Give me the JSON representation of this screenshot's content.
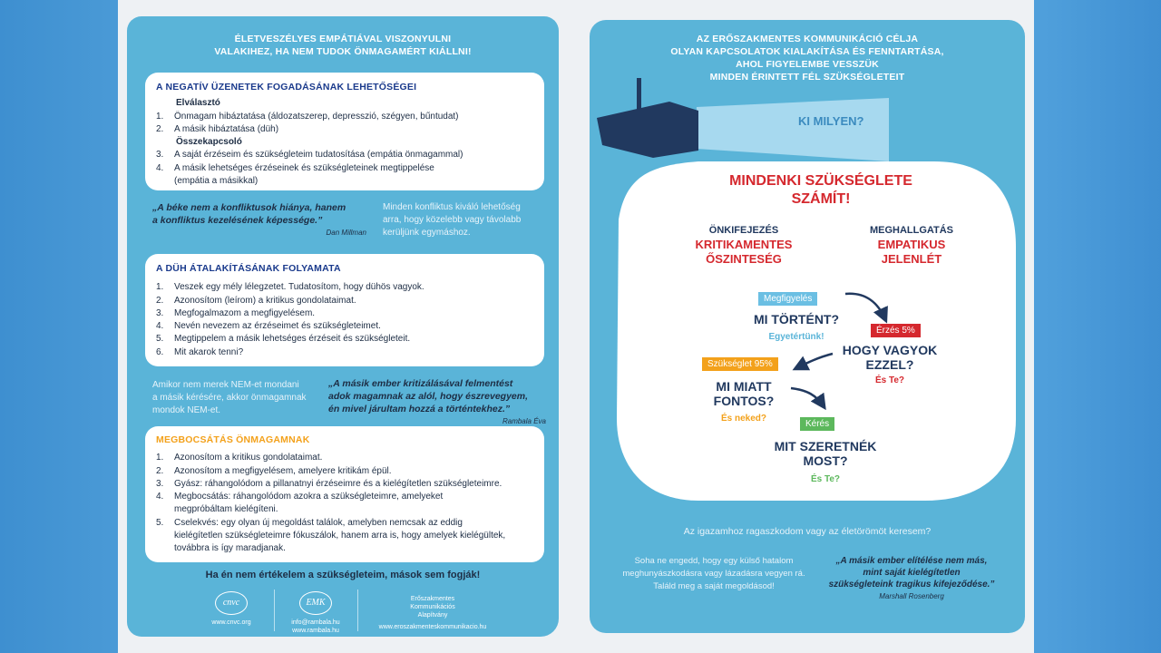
{
  "left": {
    "header": [
      "ÉLETVESZÉLYES EMPÁTIÁVAL VISZONYULNI",
      "VALAKIHEZ, HA NEM TUDOK ÖNMAGAMÉRT KIÁLLNI!"
    ],
    "card1": {
      "title": "A NEGATÍV ÜZENETEK FOGADÁSÁNAK LEHETŐSÉGEI",
      "sub1": "Elválasztó",
      "items1": [
        {
          "n": "1.",
          "t": "Önmagam hibáztatása (áldozatszerep, depresszió, szégyen, bűntudat)"
        },
        {
          "n": "2.",
          "t": "A másik hibáztatása (düh)"
        }
      ],
      "sub2": "Összekapcsoló",
      "items2": [
        {
          "n": "3.",
          "t": "A saját érzéseim és szükségleteim tudatosítása (empátia önmagammal)"
        },
        {
          "n": "4.",
          "t": "A másik lehetséges érzéseinek és szükségleteinek megtippelése"
        }
      ],
      "item4_cont": "(empátia a másikkal)"
    },
    "quote1": {
      "text1": "„A béke nem  a konfliktusok  hiánya, hanem",
      "text2": "a konfliktus  kezelésének képessége.”",
      "author": "Dan Millman"
    },
    "side1": [
      "Minden konfliktus kiváló lehetőség",
      "arra, hogy közelebb vagy távolabb",
      "kerüljünk egymáshoz."
    ],
    "card2": {
      "title": "A DÜH ÁTALAKÍTÁSÁNAK FOLYAMATA",
      "items": [
        {
          "n": "1.",
          "t": "Veszek egy mély lélegzetet. Tudatosítom, hogy dühös vagyok."
        },
        {
          "n": "2.",
          "t": "Azonosítom (leírom) a kritikus gondolataimat."
        },
        {
          "n": "3.",
          "t": "Megfogalmazom a megfigyelésem."
        },
        {
          "n": "4.",
          "t": "Nevén nevezem az érzéseimet és szükségleteimet."
        },
        {
          "n": "5.",
          "t": "Megtippelem a másik lehetséges érzéseit és szükségleteit."
        },
        {
          "n": "6.",
          "t": "Mit akarok tenni?"
        }
      ]
    },
    "side2": [
      "Amikor nem merek NEM-et mondani",
      "a másik kérésére, akkor önmagamnak",
      "mondok NEM-et."
    ],
    "quote2": {
      "text1": "„A másik ember kritizálásával felmentést",
      "text2": "adok magamnak az alól, hogy észrevegyem,",
      "text3": "én mivel járultam hozzá a történtekhez.”",
      "author": "Rambala Éva"
    },
    "card3": {
      "title": "MEGBOCSÁTÁS ÖNMAGAMNAK",
      "items": [
        {
          "n": "1.",
          "t": "Azonosítom a kritikus gondolataimat."
        },
        {
          "n": "2.",
          "t": "Azonosítom a megfigyelésem, amelyere kritikám épül."
        },
        {
          "n": "3.",
          "t": "Gyász: ráhangolódom a pillanatnyi érzéseimre és a kielégítetlen szükségleteimre."
        },
        {
          "n": "4.",
          "t": "Megbocsátás: ráhangolódom azokra a szükségleteimre, amelyeket"
        },
        {
          "n": "",
          "t": "megpróbáltam kielégíteni."
        },
        {
          "n": "5.",
          "t": "Cselekvés: egy olyan új megoldást találok, amelyben nemcsak az eddig"
        },
        {
          "n": "",
          "t": "kielégítetlen szükségleteimre fókuszálok, hanem arra is, hogy amelyek kielégültek,"
        },
        {
          "n": "",
          "t": "továbbra is így maradjanak."
        }
      ]
    },
    "footer_msg": "Ha én nem értékelem a szükségleteim, mások sem fogják!",
    "logos": [
      {
        "mark": "cnvc",
        "url": "www.cnvc.org"
      },
      {
        "mark": "EMK",
        "url1": "info@rambala.hu",
        "url2": "www.rambala.hu"
      },
      {
        "line1": "Erőszakmentes",
        "line2": "Kommunikációs",
        "line3": "Alapítvány",
        "url": "www.eroszakmenteskommunikacio.hu"
      }
    ]
  },
  "right": {
    "header": [
      "AZ ERŐSZAKMENTES KOMMUNIKÁCIÓ CÉLJA",
      "OLYAN KAPCSOLATOK KIALAKÍTÁSA ÉS FENNTARTÁSA,",
      "AHOL FIGYELEMBE VESSZÜK",
      "MINDEN ÉRINTETT FÉL SZÜKSÉGLETEIT"
    ],
    "spotlight_q": "KI MILYEN?",
    "main_title1": "MINDENKI SZÜKSÉGLETE",
    "main_title2": "SZÁMÍT!",
    "col_left": {
      "head": "ÖNKIFEJEZÉS",
      "red1": "KRITIKAMENTES",
      "red2": "ŐSZINTESÉG"
    },
    "col_right": {
      "head": "MEGHALLGATÁS",
      "red1": "EMPATIKUS",
      "red2": "JELENLÉT"
    },
    "step1": {
      "tag": "Megfigyelés",
      "q": "MI TÖRTÉNT?",
      "note": "Egyetértünk!"
    },
    "step2": {
      "tag": "Érzés 5%",
      "q1": "HOGY VAGYOK",
      "q2": "EZZEL?",
      "note": "És Te?"
    },
    "step3": {
      "tag": "Szükséglet 95%",
      "q1": "MI MIATT",
      "q2": "FONTOS?",
      "note": "És neked?"
    },
    "step4": {
      "tag": "Kérés",
      "q1": "MIT SZERETNÉK",
      "q2": "MOST?",
      "note": "És Te?"
    },
    "question": "Az igazamhoz ragaszkodom vagy az életörömöt keresem?",
    "side": [
      "Soha ne engedd, hogy egy külső hatalom",
      "meghunyászkodásra vagy lázadásra vegyen rá.",
      "Találd meg a saját megoldásod!"
    ],
    "quote": {
      "text1": "„A másik ember elítélése nem más,",
      "text2": "mint saját kielégítetlen",
      "text3": "szükségleteink tragikus kifejeződése.”",
      "author": "Marshall Rosenberg"
    }
  },
  "colors": {
    "panel": "#5ab4d8",
    "navy": "#21395f",
    "red": "#d5282e",
    "orange": "#f3a11b",
    "green": "#5cb85c",
    "sky": "#6bbfe3"
  }
}
